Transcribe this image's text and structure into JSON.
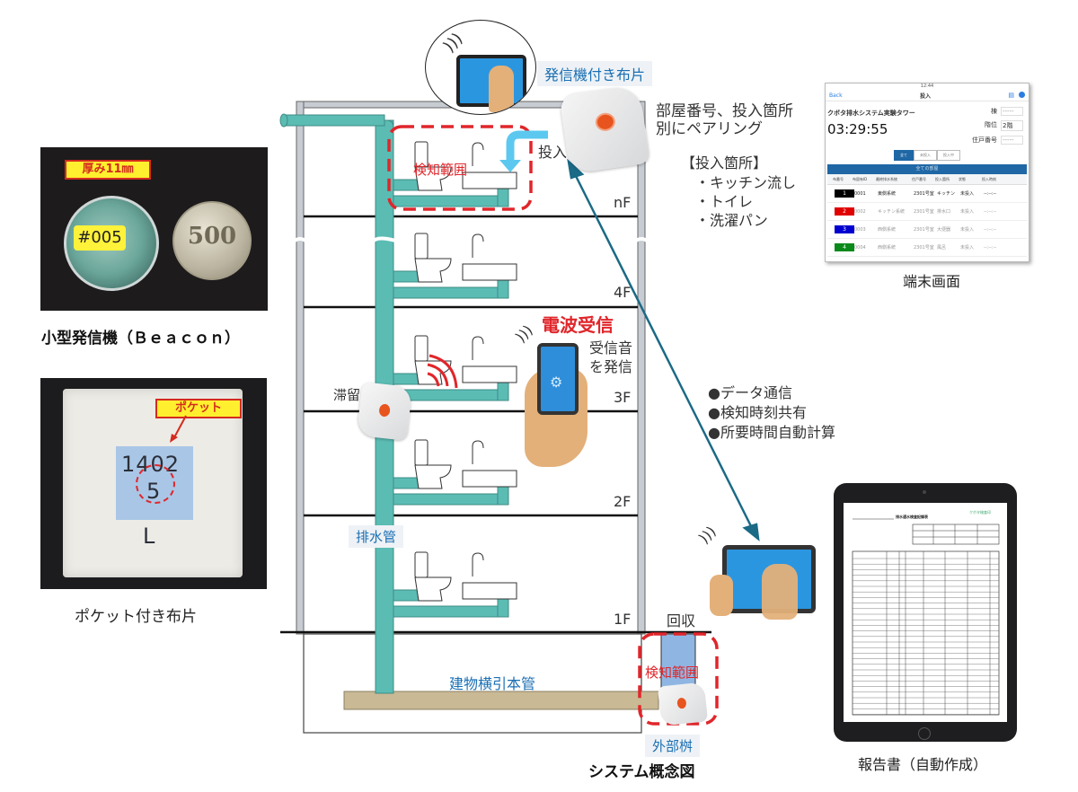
{
  "left_panel": {
    "beacon_photo": {
      "thickness_tag": "厚み11㎜",
      "beacon_id": "#005",
      "coin_value": "500",
      "caption": "小型発信機（Ｂｅａｃｏｎ）"
    },
    "cloth_photo": {
      "pocket_tag": "ポケット",
      "handwriting_line1": "1402",
      "handwriting_line2": "5",
      "handwriting_line3": "L",
      "caption": "ポケット付き布片"
    }
  },
  "diagram": {
    "title": "システム概念図",
    "transmitter_cloth_label": "発信機付き布片",
    "pairing_note": [
      "部屋番号、投入箇所",
      "別にペアリング"
    ],
    "insert_locations": {
      "heading": "【投入箇所】",
      "items": [
        "・キッチン流し",
        "・トイレ",
        "・洗濯パン"
      ]
    },
    "insert_label": "投入",
    "detection_range_label": "検知範囲",
    "floors": [
      "nF",
      "4F",
      "3F",
      "2F",
      "1F"
    ],
    "stagnation_label": "滞留",
    "radio_reception_label": "電波受信",
    "receive_sound_note": [
      "受信音",
      "を発信"
    ],
    "drain_pipe_label": "排水管",
    "main_pipe_label": "建物横引本管",
    "collection_label": "回収",
    "outer_basin_label": "外部桝",
    "data_features": [
      "●データ通信",
      "●検知時刻共有",
      "●所要時間自動計算"
    ],
    "colors": {
      "pipe": "#5bbcb4",
      "detection": "#e0262b",
      "arrow": "#1b6a86",
      "insert_arrow": "#5cc8ef",
      "main_pipe": "#c9b994",
      "wall": "#c7ccd2"
    }
  },
  "terminal_screen": {
    "caption": "端末画面",
    "nav_back": "Back",
    "nav_title": "投入",
    "status_time": "12:44",
    "building_name": "クボタ排水システム実験タワー",
    "elapsed_time": "03:29:55",
    "fields": [
      {
        "label": "棟",
        "value": "-----"
      },
      {
        "label": "階位",
        "value": "2階"
      },
      {
        "label": "住戸番号",
        "value": "-----"
      }
    ],
    "segments": [
      "全て",
      "未投入",
      "投入中"
    ],
    "section_header": "全ての部屋",
    "columns": [
      "布番号",
      "布固有ID",
      "最終排水系統",
      "住戸番号",
      "投入箇所",
      "状態",
      "投入時刻"
    ],
    "rows": [
      {
        "no": "1",
        "color": "#000000",
        "id": "0001",
        "system": "東側系統",
        "unit": "2301号室",
        "place": "キッチン",
        "state": "未投入",
        "time": "--:--:--"
      },
      {
        "no": "2",
        "color": "#e00000",
        "id": "0002",
        "system": "キッチン系統",
        "unit": "2301号室",
        "place": "排水口",
        "state": "未投入",
        "time": "--:--:--"
      },
      {
        "no": "3",
        "color": "#0000d0",
        "id": "0003",
        "system": "西側系統",
        "unit": "2301号室",
        "place": "大便器",
        "state": "未投入",
        "time": "--:--:--"
      },
      {
        "no": "4",
        "color": "#0a8a1a",
        "id": "0004",
        "system": "西側系統",
        "unit": "2301号室",
        "place": "風呂",
        "state": "未投入",
        "time": "--:--:--"
      }
    ]
  },
  "report": {
    "caption": "報告書（自動作成）",
    "form_title": "排水通水検査記録表",
    "stamp_text": "クボタ検査印"
  }
}
